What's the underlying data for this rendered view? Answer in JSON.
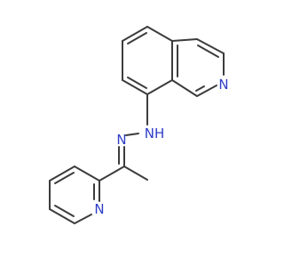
{
  "molecule": {
    "atom_labels": {
      "quinoline_n": "N",
      "hydrazone_nh": "NH",
      "hydrazone_n": "N",
      "pyridine_n": "N"
    },
    "colors": {
      "bond": "#3c3c3c",
      "nitrogen": "#2e3dc8",
      "background": "#ffffff"
    }
  }
}
